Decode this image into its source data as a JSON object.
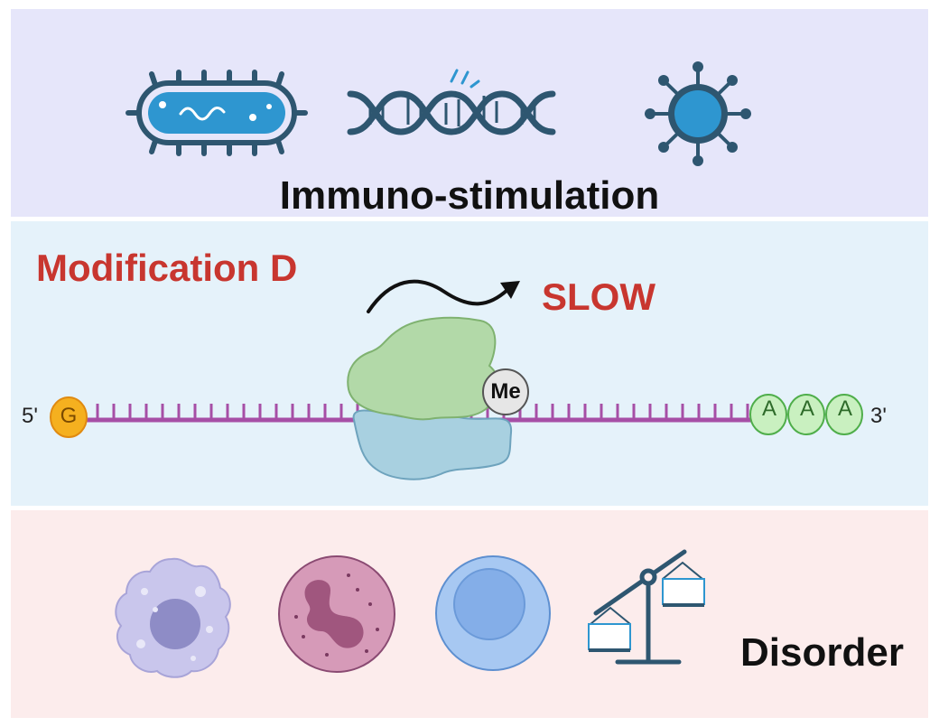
{
  "top": {
    "title": "Immuno-stimulation",
    "icons": [
      "bacterium-icon",
      "dna-icon",
      "virus-icon"
    ]
  },
  "middle": {
    "title": "Modification D",
    "speed_label": "SLOW",
    "five_prime": "5'",
    "three_prime": "3'",
    "cap": "G",
    "methyl": "Me",
    "poly_a": [
      "A",
      "A",
      "A"
    ]
  },
  "bottom": {
    "label": "Disorder",
    "icons": [
      "macrophage-icon",
      "neutrophil-icon",
      "lymphocyte-icon",
      "unbalanced-scale-icon"
    ]
  },
  "colors": {
    "top_bg": "#e6e6fa",
    "middle_bg": "#e5f2fa",
    "bottom_bg": "#fcecec",
    "accent_red": "#c8362f",
    "navy": "#2e5670",
    "mrna": "#a64fa6",
    "cap_orange": "#f5b01f",
    "poly_a_green": "#c9f0c0"
  }
}
